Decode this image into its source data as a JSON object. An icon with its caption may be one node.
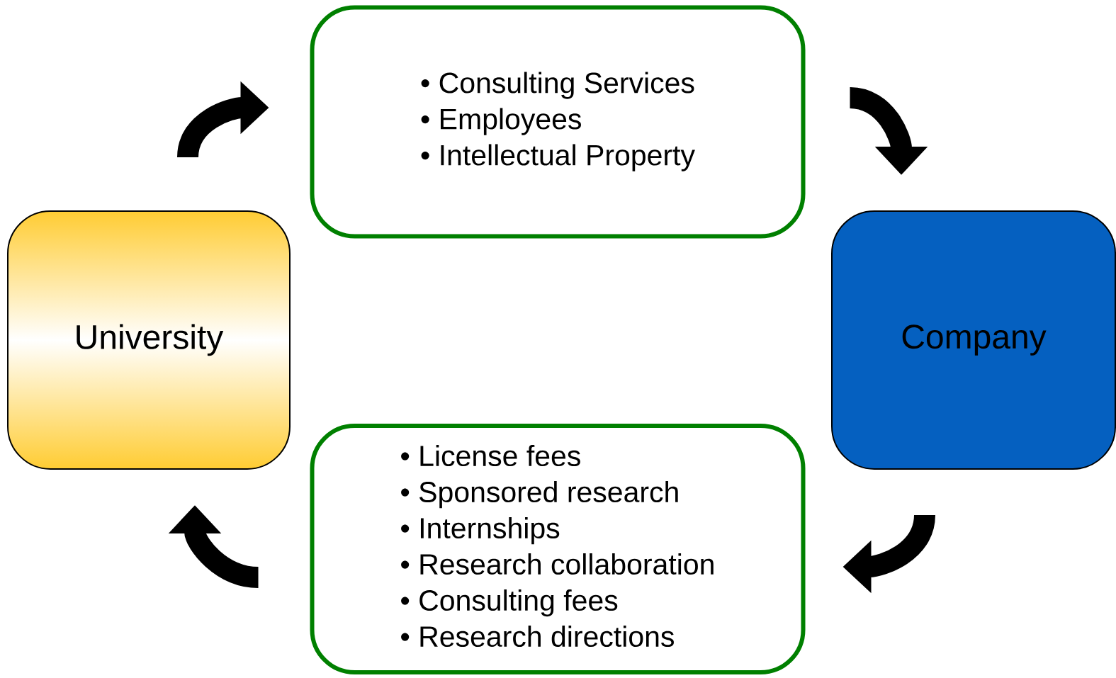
{
  "diagram": {
    "nodes": [
      {
        "text": [
          "University"
        ]
      },
      {
        "text": [
          "• Consulting Services",
          "• Employees",
          "• Intellectual Property"
        ]
      },
      {
        "text": [
          "Company"
        ]
      },
      {
        "text": [
          "• License fees",
          "• Sponsored research",
          "• Internships",
          "• Research collaboration",
          "• Consulting fees",
          "• Research directions"
        ]
      }
    ],
    "edges": [
      {
        "from": 0,
        "to": 1,
        "arrow": "to"
      },
      {
        "from": 1,
        "to": 2,
        "arrow": "to"
      },
      {
        "from": 2,
        "to": 3,
        "arrow": "to"
      },
      {
        "from": 3,
        "to": 0,
        "arrow": "to"
      }
    ]
  }
}
